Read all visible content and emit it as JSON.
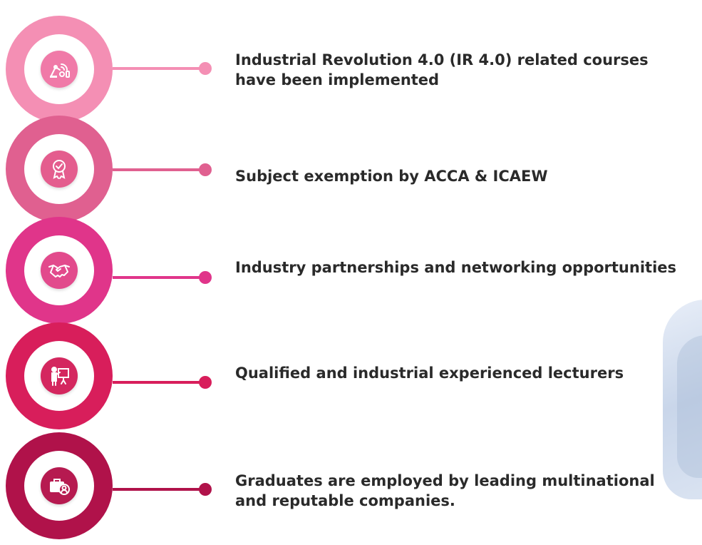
{
  "items": [
    {
      "text": "Industrial Revolution 4.0 (IR 4.0) related courses have been implemented",
      "icon": "robot-arm-wifi-icon"
    },
    {
      "text": "Subject exemption by ACCA & ICAEW",
      "icon": "award-ribbon-icon"
    },
    {
      "text": "Industry partnerships and networking opportunities",
      "icon": "handshake-icon"
    },
    {
      "text": "Qualified and industrial experienced lecturers",
      "icon": "presenter-board-icon"
    },
    {
      "text": "Graduates are employed by leading multinational and reputable companies.",
      "icon": "briefcase-person-icon"
    }
  ],
  "colors": {
    "ring1": "#f48fb4",
    "ring2": "#e06090",
    "ring3": "#e0358a",
    "ring4": "#d81e5b",
    "ring5": "#b0124a",
    "text": "#2a2a2a"
  }
}
